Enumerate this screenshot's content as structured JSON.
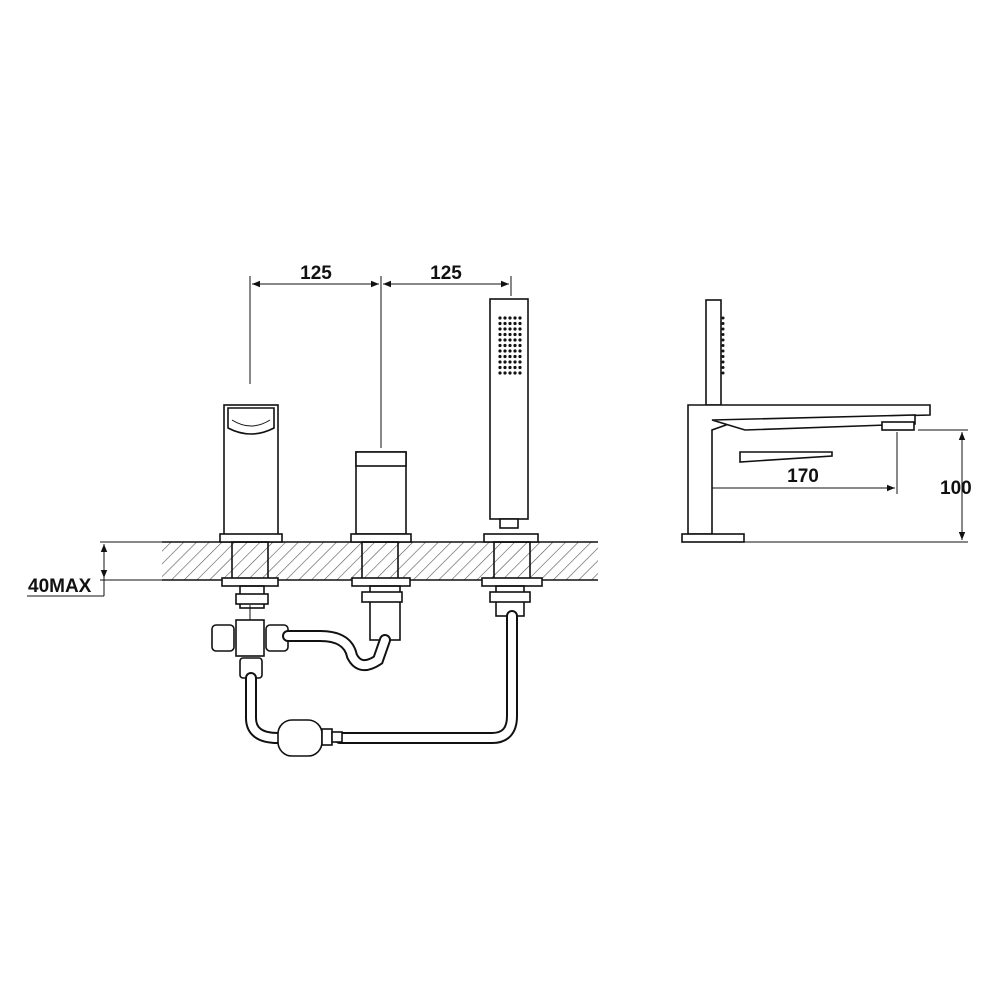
{
  "dimensions": {
    "spacing_left": "125",
    "spacing_right": "125",
    "deck_thickness": "40MAX",
    "spout_projection": "170",
    "spout_height": "100"
  },
  "colors": {
    "line": "#111111",
    "background": "#ffffff",
    "hatch": "#555555"
  }
}
